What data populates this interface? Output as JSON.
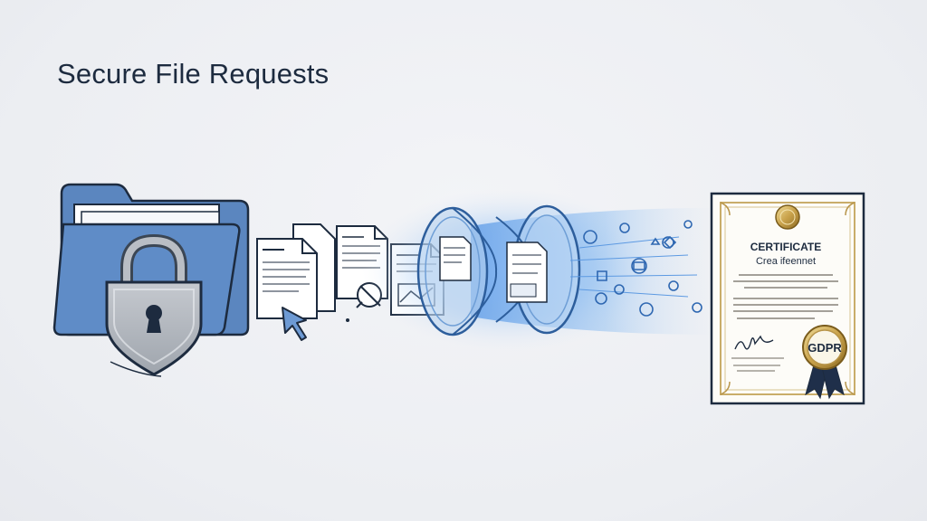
{
  "header": {
    "title": "Secure File Requests"
  },
  "certificate": {
    "heading": "CERTIFICATE",
    "subheading": "Crea ifeennet",
    "badge": "GDPR"
  },
  "icons": {
    "folder": "folder-lock-icon",
    "documents": "document-icon",
    "cursor": "cursor-arrow-icon",
    "funnel": "funnel-icon",
    "certificate": "certificate-icon",
    "seal": "gold-seal-icon",
    "ribbon": "ribbon-badge-icon"
  },
  "colors": {
    "folder_blue": "#5b86bf",
    "dark_navy": "#1d2b3f",
    "funnel_blue": "#8fb2dc",
    "certificate_gold": "#c9ad6a",
    "badge_navy": "#1f2f4a"
  }
}
